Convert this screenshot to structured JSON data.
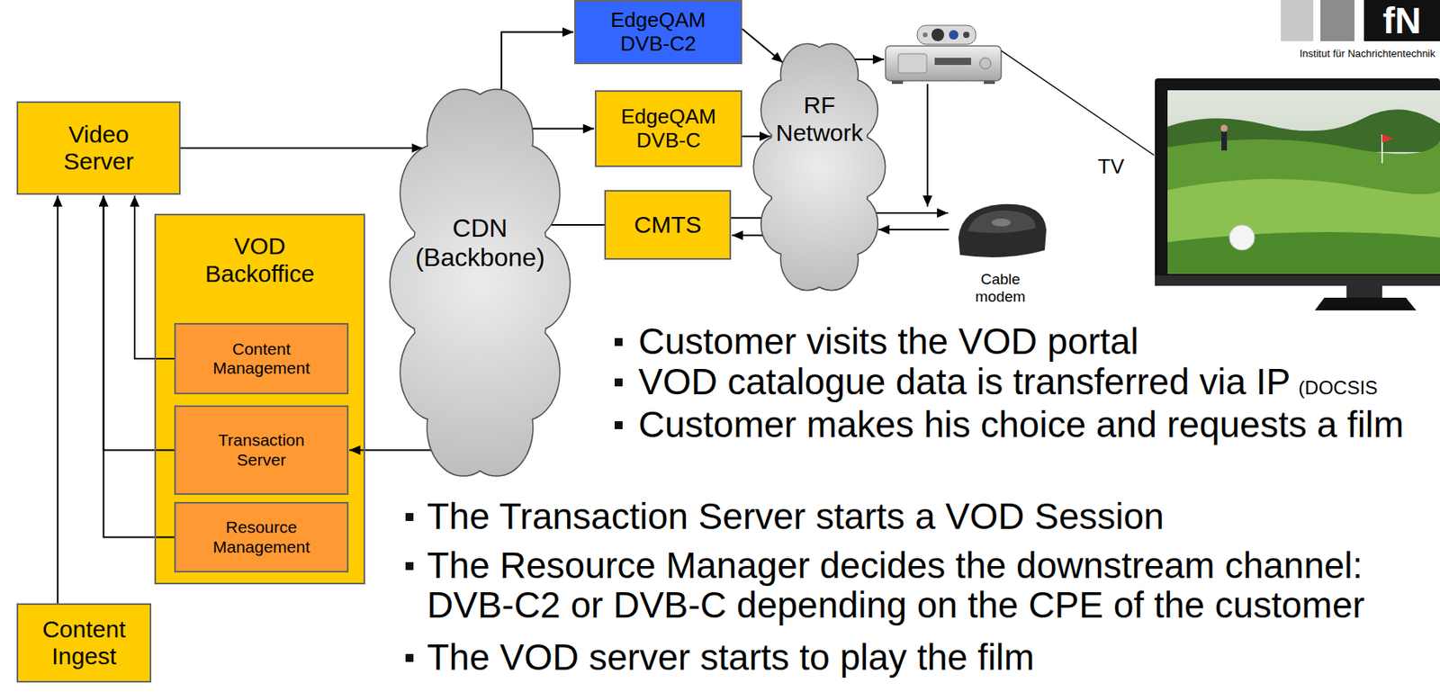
{
  "diagram": {
    "nodes": [
      {
        "text": [
          "Video Server"
        ]
      },
      {
        "text": [
          "VOD Backoffice"
        ]
      },
      {
        "text": [
          "Content Management"
        ],
        "in": 1
      },
      {
        "text": [
          "Transaction Server"
        ],
        "in": 1
      },
      {
        "text": [
          "Resource Management"
        ],
        "in": 1
      },
      {
        "text": [
          "Content Ingest"
        ]
      },
      {
        "text": [
          "CDN (Backbone)"
        ]
      },
      {
        "text": [
          "EdgeQAM DVB-C2"
        ]
      },
      {
        "text": [
          "EdgeQAM DVB-C"
        ]
      },
      {
        "text": [
          "CMTS"
        ]
      },
      {
        "text": [
          "RF Network"
        ]
      },
      {
        "text": [
          "Cable modem"
        ]
      }
    ],
    "edges": [
      {
        "from": 0,
        "to": 6,
        "arrow": "to"
      },
      {
        "from": 6,
        "to": 7,
        "arrow": "to"
      },
      {
        "from": 6,
        "to": 8,
        "arrow": "to"
      },
      {
        "from": 6,
        "to": 9,
        "arrow": "none"
      },
      {
        "from": 7,
        "to": 10,
        "arrow": "to"
      },
      {
        "from": 8,
        "to": 10,
        "arrow": "to"
      },
      {
        "from": 9,
        "to": 10,
        "arrow": "none"
      },
      {
        "from": 10,
        "to": 9,
        "arrow": "to"
      },
      {
        "from": 10,
        "to": 11,
        "arrow": "to"
      },
      {
        "from": 11,
        "to": 10,
        "arrow": "to"
      },
      {
        "from": 6,
        "to": 3,
        "arrow": "to"
      },
      {
        "from": 2,
        "to": 0,
        "arrow": "to"
      },
      {
        "from": 3,
        "to": 0,
        "arrow": "to"
      },
      {
        "from": 4,
        "to": 0,
        "arrow": "to"
      },
      {
        "from": 5,
        "to": 0,
        "arrow": "to"
      }
    ],
    "labels": [
      "TV",
      "fN",
      "Institut für Nachrichtentechnik",
      "Customer visits the VOD portal",
      "VOD catalogue data is transferred via IP",
      "(DOCSIS",
      "Customer makes his choice and requests a film",
      "The Transaction Server starts a VOD Session",
      "The Resource Manager decides the downstream channel: DVB-C2 or DVB-C depending on the CPE of the customer",
      "The VOD server starts to play the film"
    ]
  }
}
